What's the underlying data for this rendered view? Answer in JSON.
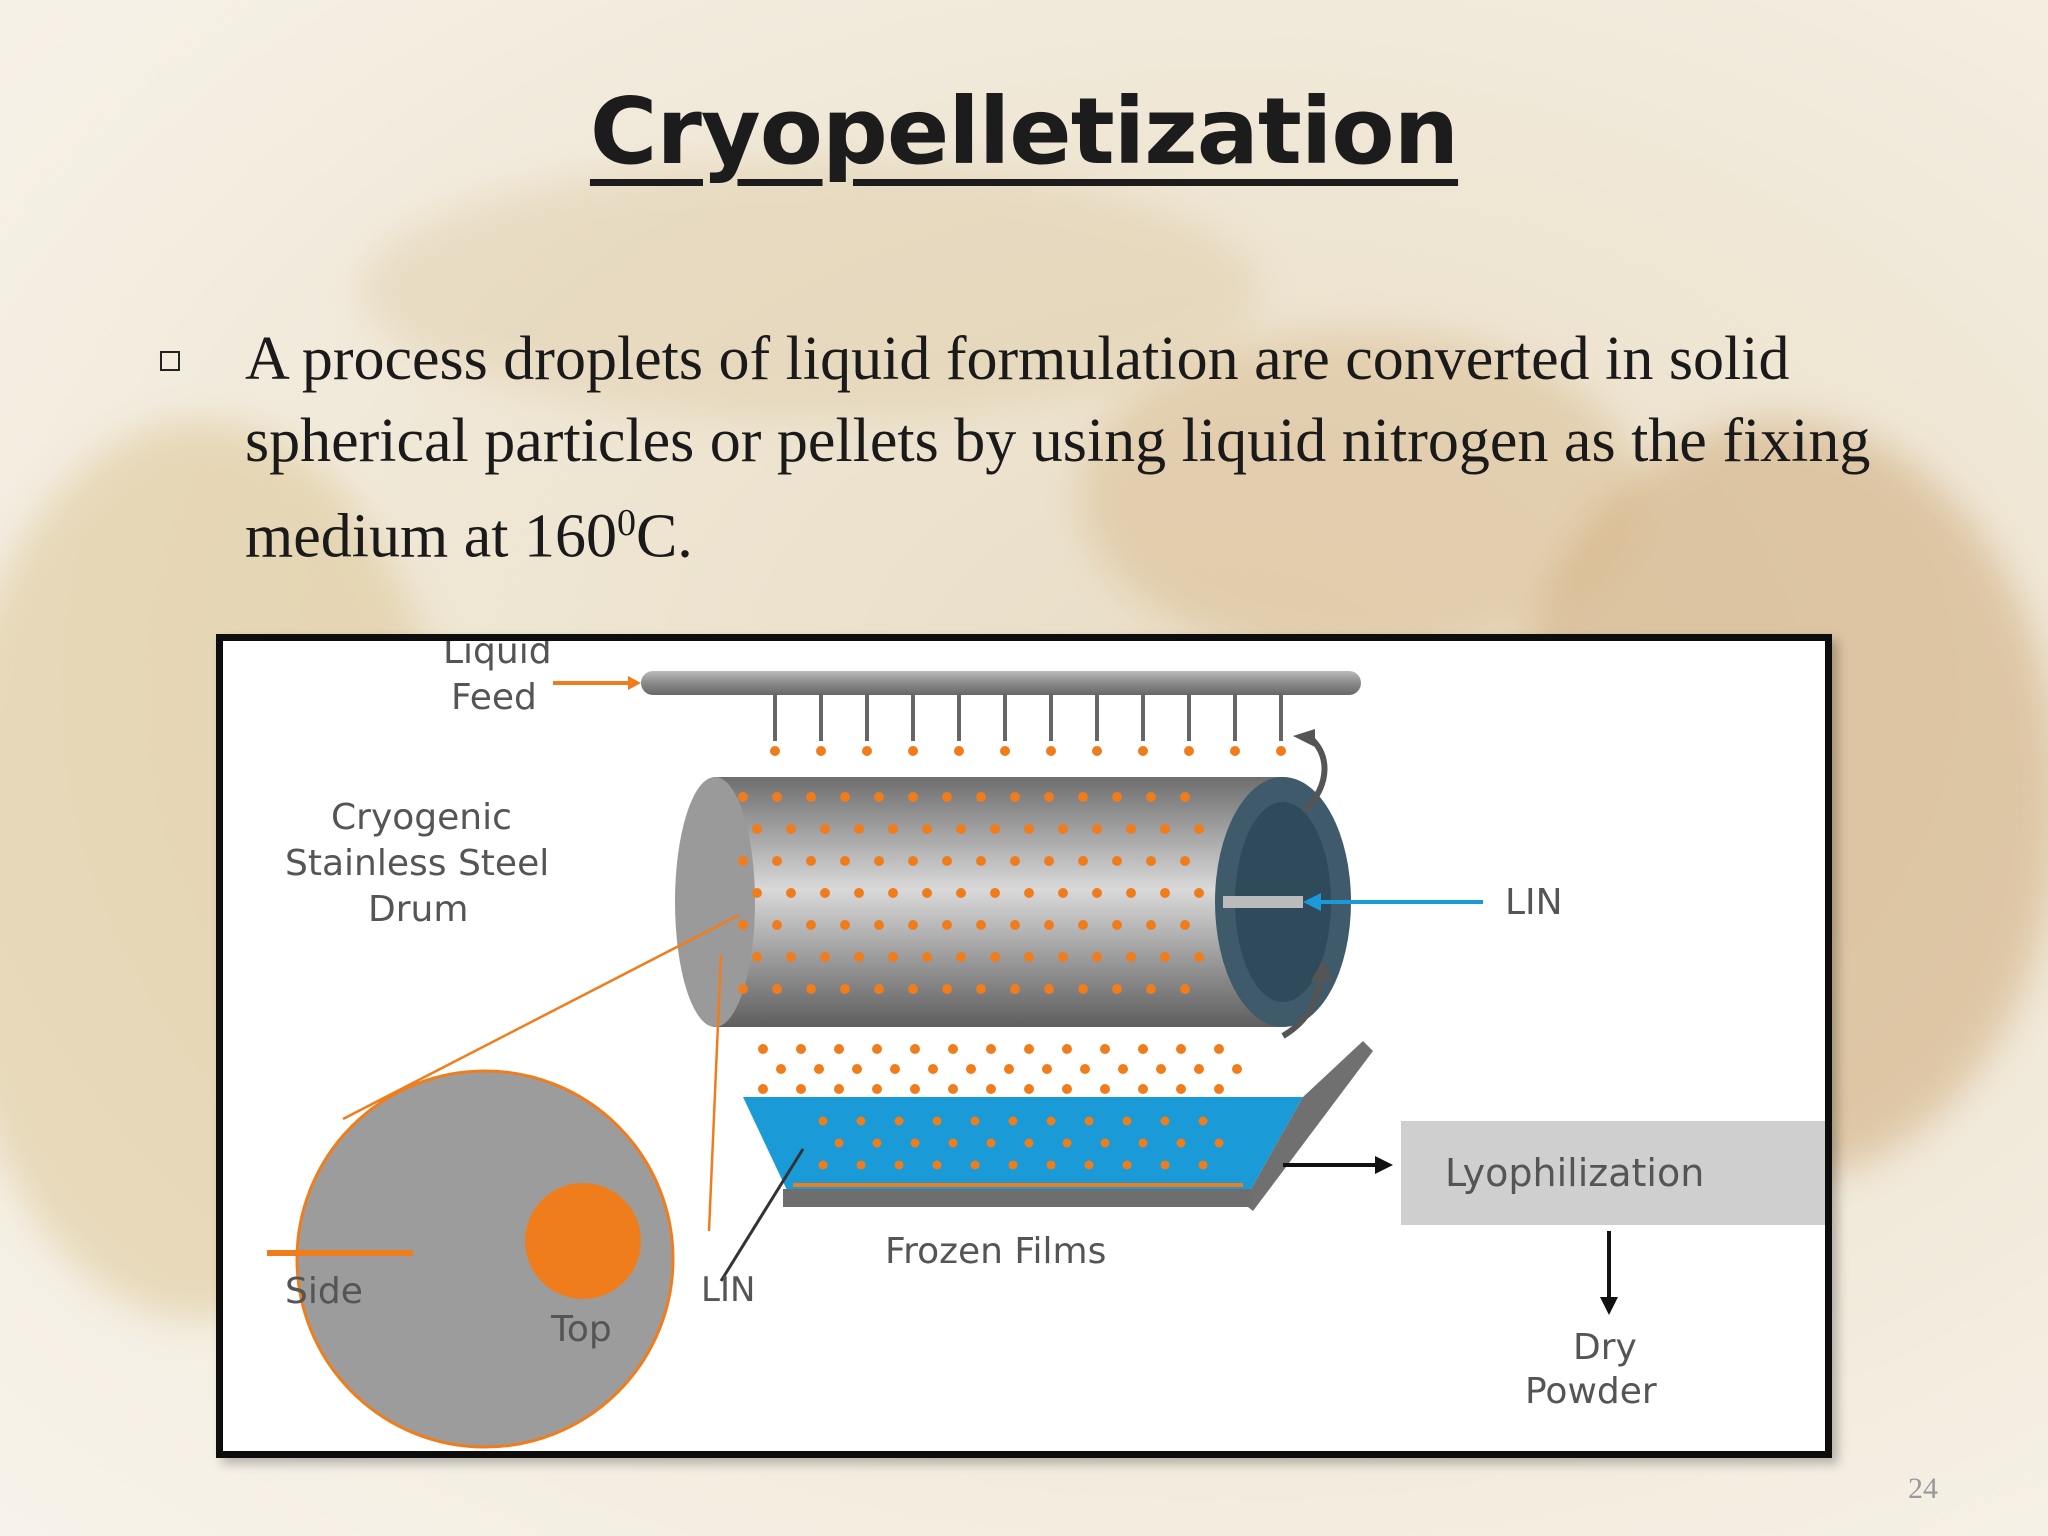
{
  "slide": {
    "title": "Cryopelletization",
    "bullet_pre": "A process droplets of liquid formulation are converted  in solid spherical particles or pellets by using liquid nitrogen as the fixing medium at 160",
    "bullet_sup": "0",
    "bullet_post": "C.",
    "page_number": "24"
  },
  "diagram": {
    "liquid_feed": [
      "Liquid",
      "Feed"
    ],
    "drum_label": [
      "Cryogenic",
      "Stainless Steel",
      "Drum"
    ],
    "lin_right": "LIN",
    "lin_bottom": "LIN",
    "frozen_films": "Frozen Films",
    "lyophilization": "Lyophilization",
    "dry_powder": [
      "Dry",
      "Powder"
    ],
    "inset_side": "Side",
    "inset_top": "Top"
  },
  "colors": {
    "pellet_orange": "#f07d1c",
    "lin_blue": "#1a9ad6",
    "drum_gray": "#8a8a8a"
  }
}
